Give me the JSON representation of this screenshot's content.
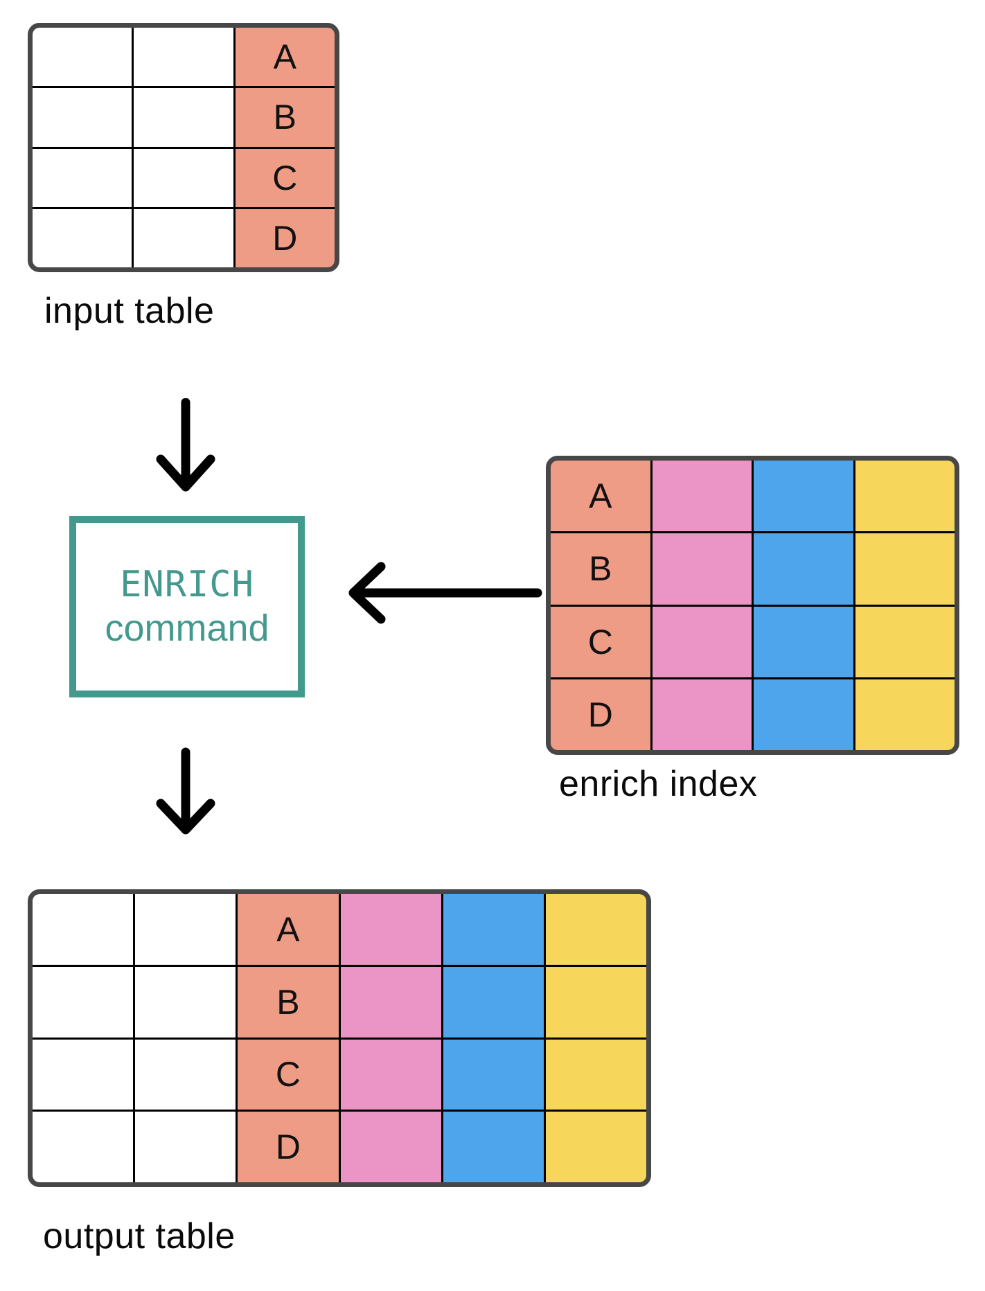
{
  "labels": {
    "input_table": "input table",
    "enrich_index": "enrich index",
    "output_table": "output table"
  },
  "enrich_box": {
    "line1": "ENRICH",
    "line2": "command"
  },
  "input_table": {
    "rows": 4,
    "columns": 3,
    "keys": [
      "A",
      "B",
      "C",
      "D"
    ]
  },
  "enrich_index": {
    "rows": 4,
    "columns": 4,
    "keys": [
      "A",
      "B",
      "C",
      "D"
    ]
  },
  "output_table": {
    "rows": 4,
    "columns": 6,
    "keys": [
      "A",
      "B",
      "C",
      "D"
    ]
  },
  "colors": {
    "key": "#EE9C86",
    "pink": "#EA95C6",
    "blue": "#4FA5EC",
    "yellow": "#F6D65B",
    "teal": "#43998D",
    "table_border": "#474747",
    "arrow": "#000000"
  }
}
